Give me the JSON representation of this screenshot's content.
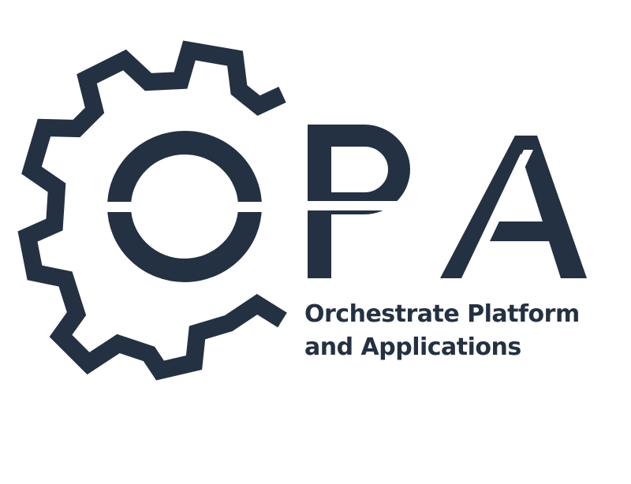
{
  "logo": {
    "wordmark": "OPA",
    "tagline_line1": "Orchestrate Platform",
    "tagline_line2": "and Applications",
    "icon": "gear-icon"
  },
  "colors": {
    "brand": "#243142",
    "background": "#ffffff"
  }
}
